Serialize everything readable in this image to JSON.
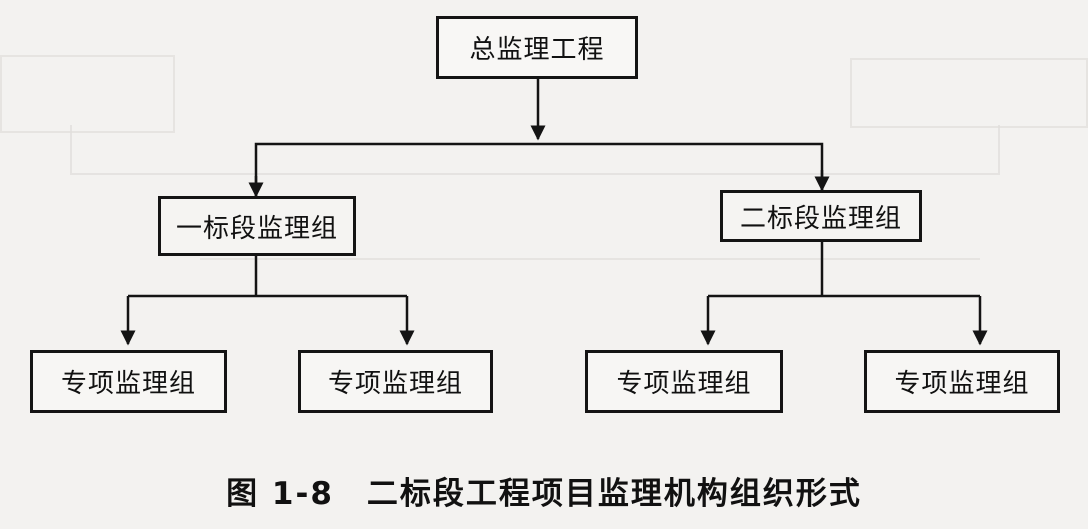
{
  "diagram": {
    "root": {
      "label": "总监理工程"
    },
    "sections": [
      {
        "label": "一标段监理组",
        "children": [
          "专项监理组",
          "专项监理组"
        ]
      },
      {
        "label": "二标段监理组",
        "children": [
          "专项监理组",
          "专项监理组"
        ]
      }
    ]
  },
  "caption": "图 1-8　二标段工程项目监理机构组织形式"
}
